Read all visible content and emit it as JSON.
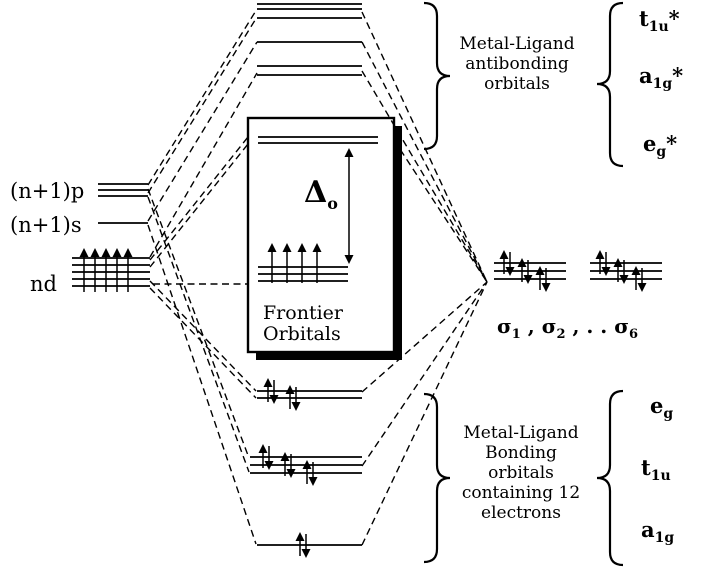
{
  "colors": {
    "ink": "#000000",
    "background": "#ffffff"
  },
  "metal": {
    "p_label": "(n+1)p",
    "s_label": "(n+1)s",
    "d_label": "nd"
  },
  "frontier": {
    "delta_base": "Δ",
    "delta_sub": "o",
    "caption_line1": "Frontier",
    "caption_line2": "Orbitals"
  },
  "ligand": {
    "sigma_parts": [
      {
        "base": "σ",
        "sub": "1"
      },
      {
        "base": " , "
      },
      {
        "base": "σ",
        "sub": "2"
      },
      {
        "base": " , . . "
      },
      {
        "base": "σ",
        "sub": "6"
      }
    ]
  },
  "antibonding": {
    "caption": [
      "Metal-Ligand",
      "antibonding",
      "orbitals"
    ],
    "levels": [
      {
        "base": "t",
        "sub": "1u",
        "sup": "*"
      },
      {
        "base": "a",
        "sub": "1g",
        "sup": "*"
      },
      {
        "base": "e",
        "sub": "g",
        "sup": "*"
      }
    ]
  },
  "bonding": {
    "caption": [
      "Metal-Ligand",
      "Bonding",
      "orbitals",
      "containing 12",
      "electrons"
    ],
    "levels": [
      {
        "base": "e",
        "sub": "g",
        "sup": ""
      },
      {
        "base": "t",
        "sub": "1u",
        "sup": ""
      },
      {
        "base": "a",
        "sub": "1g",
        "sup": ""
      }
    ]
  }
}
